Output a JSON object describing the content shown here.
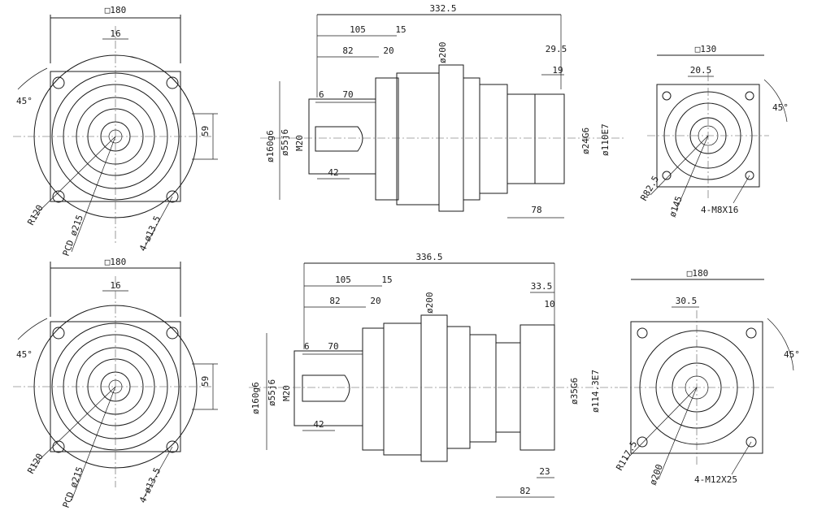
{
  "views": {
    "top_front": {
      "square": "□180",
      "offset16": "16",
      "angle45": "45°",
      "height59": "59",
      "radius": "R120",
      "pcd": "PCD ø215",
      "holes": "4-ø13.5"
    },
    "top_side": {
      "overall": "332.5",
      "d105": "105",
      "d15": "15",
      "d82": "82",
      "d20": "20",
      "d200": "ø200",
      "d6": "6",
      "d70": "70",
      "d42": "42",
      "m20": "M20",
      "d55": "ø55j6",
      "d160": "ø160g6",
      "d29_5": "29.5",
      "d19": "19",
      "d24": "ø24G6",
      "d110": "ø110E7",
      "d78": "78"
    },
    "top_right": {
      "square": "□130",
      "d20_5": "20.5",
      "angle45": "45°",
      "radius": "R82.5",
      "d145": "ø145",
      "thread": "4-M8X16"
    },
    "bottom_front": {
      "square": "□180",
      "offset16": "16",
      "angle45": "45°",
      "height59": "59",
      "radius": "R120",
      "pcd": "PCD ø215",
      "holes": "4-ø13.5"
    },
    "bottom_side": {
      "overall": "336.5",
      "d105": "105",
      "d15": "15",
      "d82": "82",
      "d20": "20",
      "d200": "ø200",
      "d6": "6",
      "d70": "70",
      "d42": "42",
      "m20": "M20",
      "d55": "ø55j6",
      "d160": "ø160g6",
      "d33_5": "33.5",
      "d10": "10",
      "d35": "ø35G6",
      "d114": "ø114.3E7",
      "d23": "23",
      "d82b": "82"
    },
    "bottom_right": {
      "square": "□180",
      "d30_5": "30.5",
      "angle45": "45°",
      "radius": "R117.5",
      "d200": "ø200",
      "thread": "4-M12X25"
    }
  }
}
